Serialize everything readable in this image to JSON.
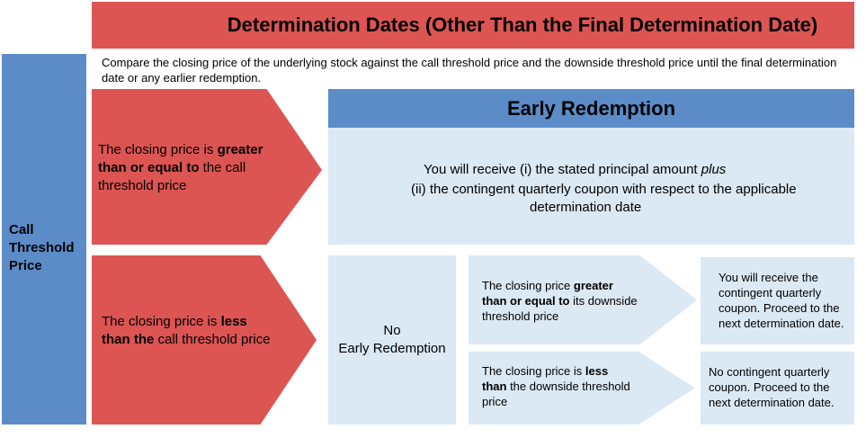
{
  "header": {
    "title": "Determination Dates (Other Than the Final Determination Date)"
  },
  "side_label": {
    "line1": "Call",
    "line2": "Threshold",
    "line3": "Price"
  },
  "intro": "Compare the closing price of the underlying stock against the call threshold price and the downside threshold price until the final determination date or any earlier redemption.",
  "condition_above_call": {
    "pre": "The closing price is ",
    "bold": "greater than or equal to",
    "post": " the call threshold price"
  },
  "condition_below_call": {
    "pre": "The closing price is ",
    "bold": "less than the",
    "post": " call threshold price"
  },
  "early_redemption": {
    "title": "Early Redemption",
    "line1_pre": "You will receive (i) the stated principal amount ",
    "line1_italic": "plus",
    "line2": "(ii) the contingent quarterly coupon with respect to the applicable",
    "line3": "determination date"
  },
  "no_early_redemption": {
    "line1": "No",
    "line2": "Early Redemption"
  },
  "condition_above_downside": {
    "pre": "The closing price ",
    "bold": "greater than or equal to",
    "post": " its downside threshold price"
  },
  "condition_below_downside": {
    "pre": "The closing price is ",
    "bold": "less than",
    "post": " the downside threshold price"
  },
  "outcome_coupon": "You will receive the contingent quarterly coupon. Proceed to the next determination date.",
  "outcome_no_coupon": "No contingent quarterly coupon. Proceed to the next determination date.",
  "colors": {
    "red": "#dc5553",
    "blue": "#5b8cc8",
    "light": "#dbe9f4"
  }
}
